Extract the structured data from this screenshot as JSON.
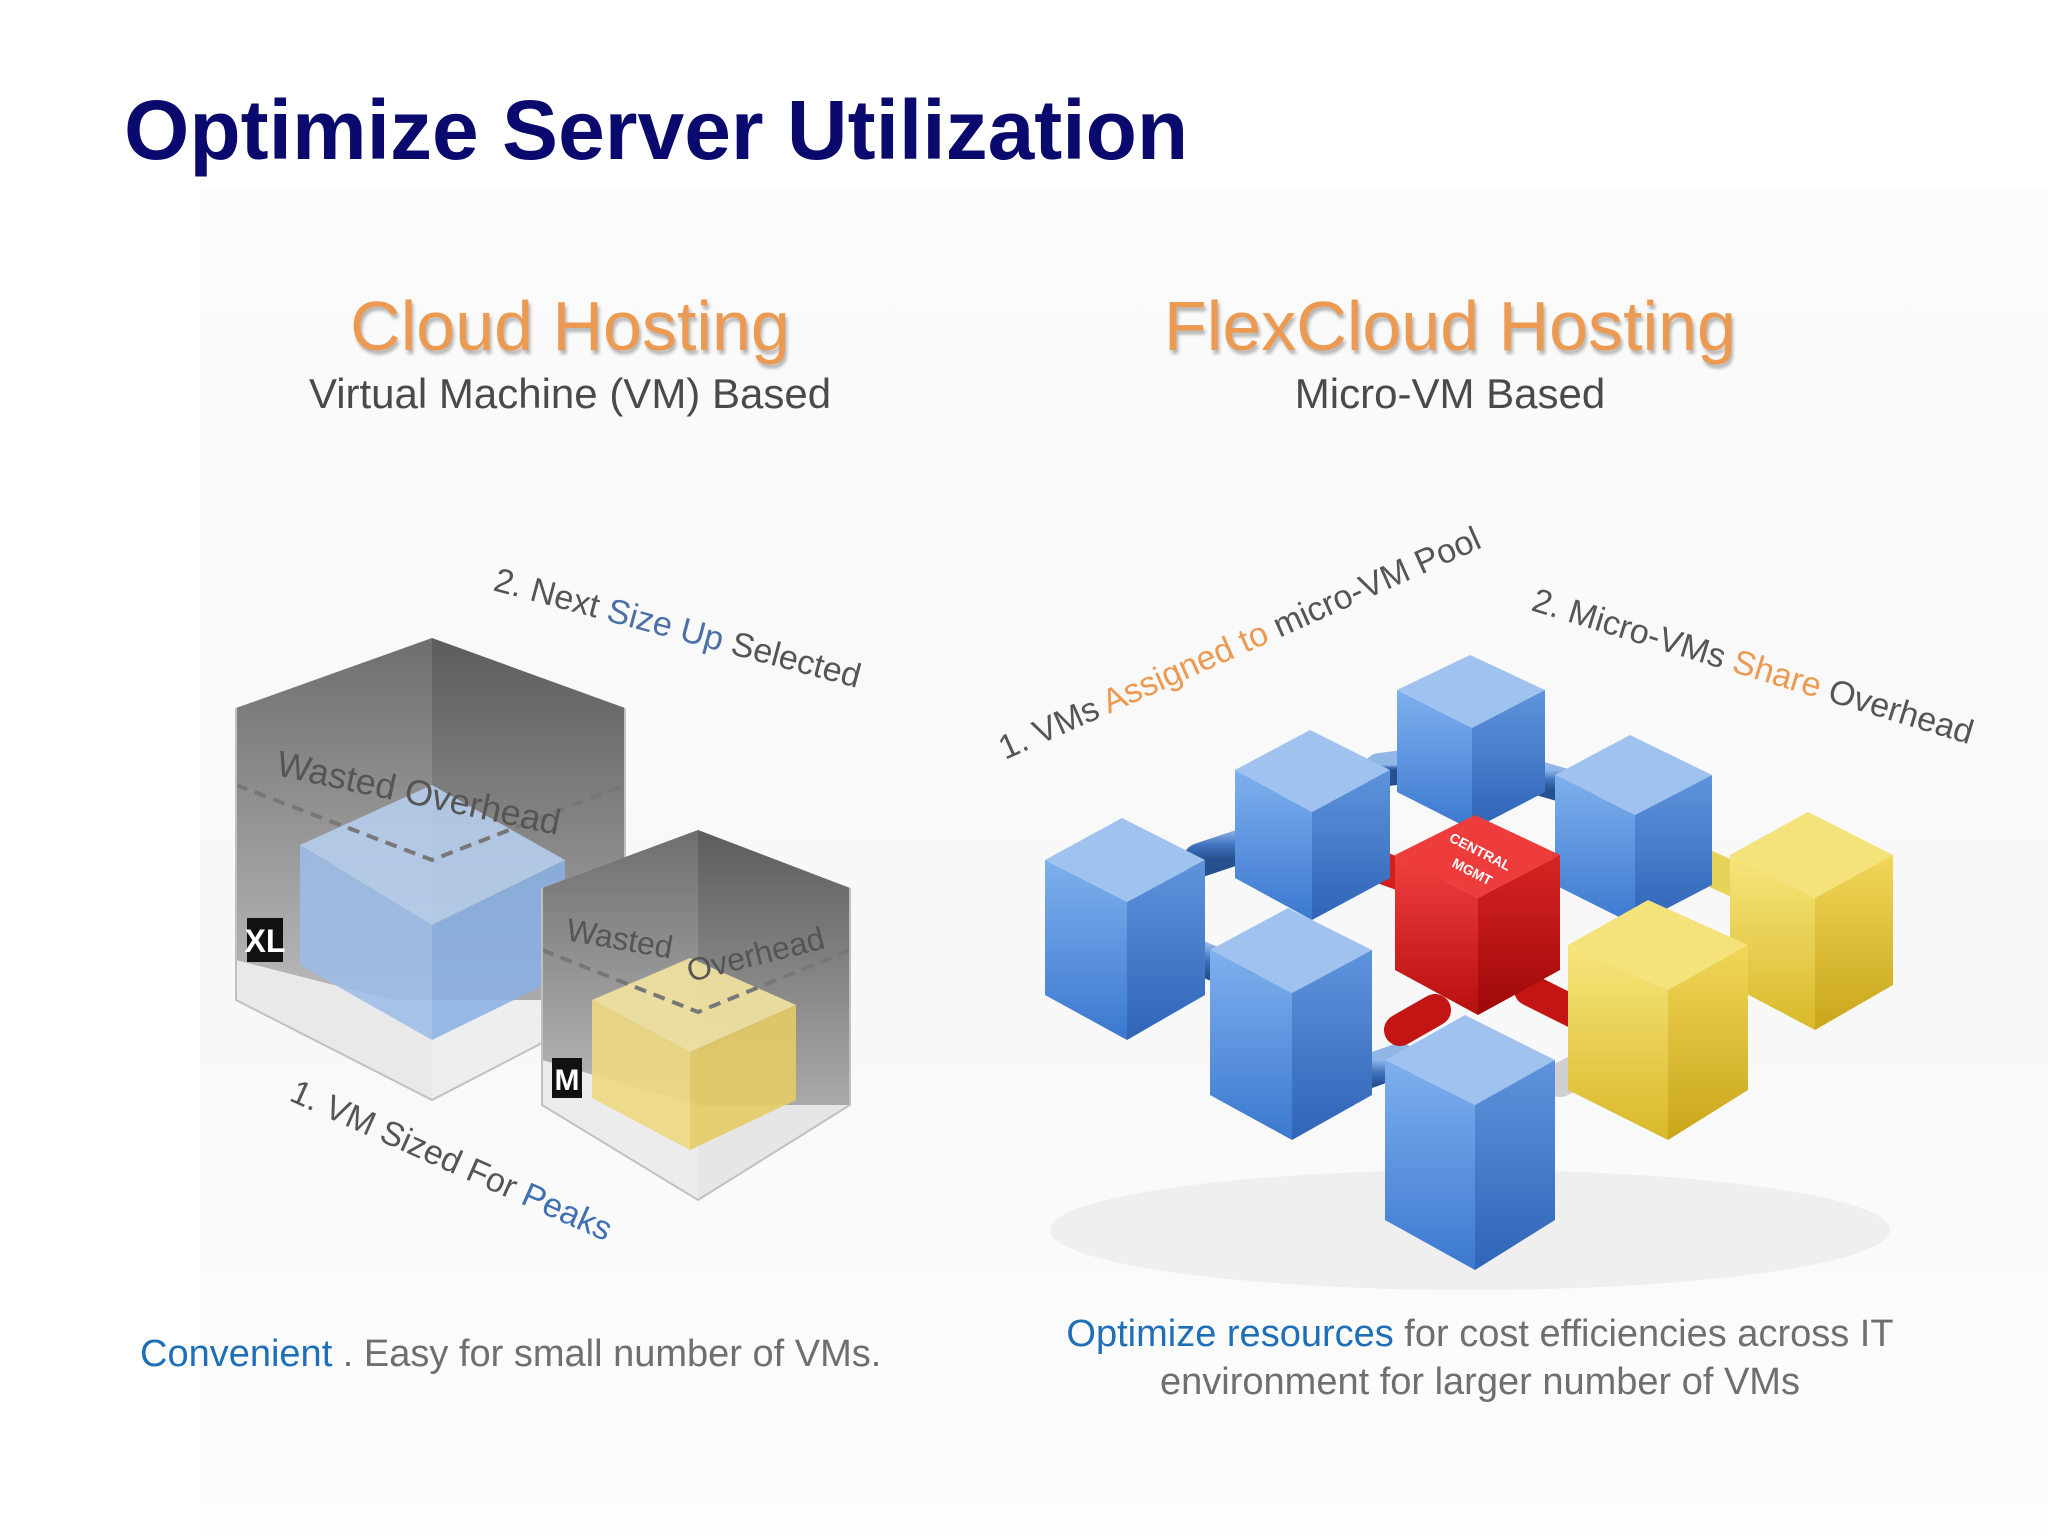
{
  "slide": {
    "title": "Optimize Server Utilization"
  },
  "left": {
    "heading": "Cloud Hosting",
    "subheading": "Virtual Machine (VM) Based",
    "labels": {
      "next_size_prefix": "2. Next ",
      "next_size_highlight": "Size Up",
      "next_size_suffix": " Selected",
      "wasted_overhead_xl": "Wasted Overhead",
      "wasted_overhead_m_1": "Wasted",
      "wasted_overhead_m_2": "Overhead",
      "size_xl": "XL",
      "size_m": "M",
      "sized_for_prefix": "1. VM Sized For ",
      "sized_for_highlight": "Peaks"
    },
    "bottom_highlight": "Convenient",
    "bottom_rest": " . Easy for small number of VMs."
  },
  "right": {
    "heading": "FlexCloud Hosting",
    "subheading": "Micro-VM Based",
    "labels": {
      "assigned_prefix": "1.  VMs ",
      "assigned_highlight": "Assigned to",
      "assigned_suffix": " micro-VM Pool",
      "share_prefix": "2. Micro-VMs ",
      "share_highlight": "Share",
      "share_suffix": " Overhead",
      "central_1": "CENTRAL",
      "central_2": "MGMT"
    },
    "bottom_highlight": "Optimize resources",
    "bottom_rest": " for cost efficiencies across IT environment for larger number of VMs"
  },
  "colors": {
    "title": "#0a0a6e",
    "heading_orange": "#ec9a52",
    "highlight_blue": "#1e6fb8",
    "cube_blue": "#5b93d9",
    "cube_yellow": "#e6c93a",
    "cube_red": "#d81d1d",
    "box_gray": "#8a8a8a"
  }
}
